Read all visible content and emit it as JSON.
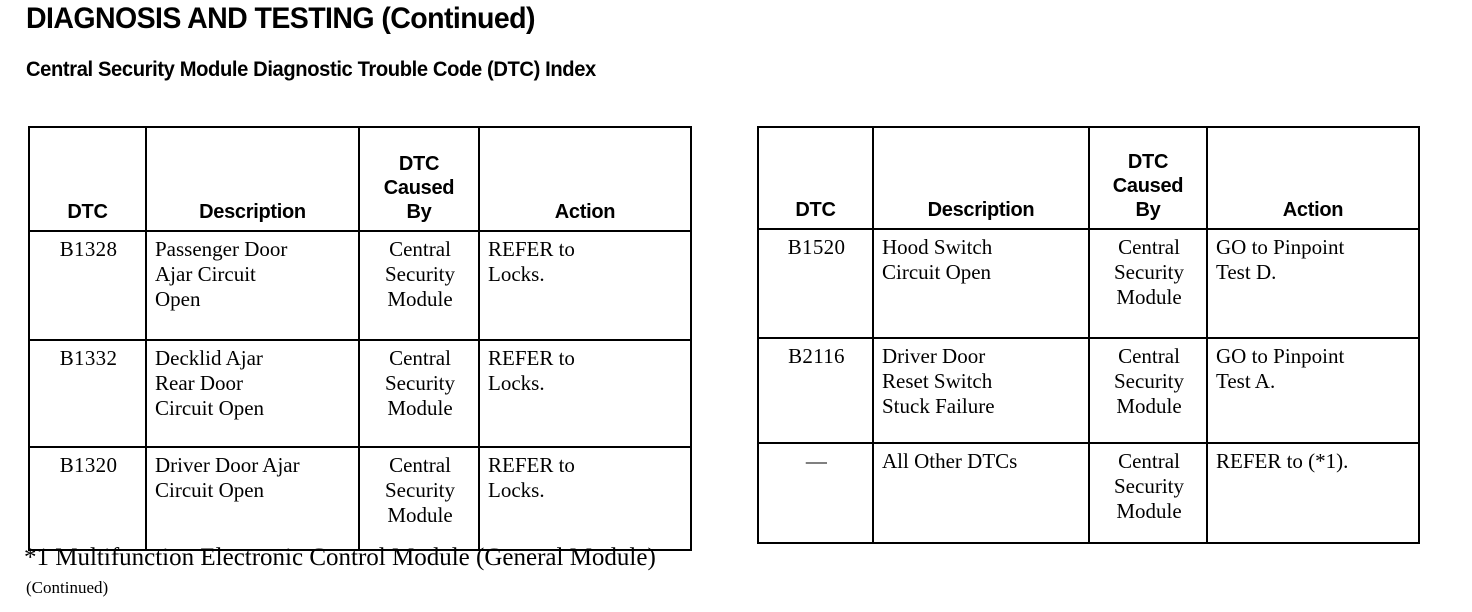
{
  "header": {
    "title": "DIAGNOSIS AND TESTING (Continued)",
    "section_title": "Central Security Module Diagnostic Trouble Code (DTC) Index"
  },
  "columns": {
    "dtc": "DTC",
    "description": "Description",
    "caused_by_line1": "DTC",
    "caused_by_line2": "Caused",
    "caused_by_line3": "By",
    "action": "Action"
  },
  "tables": [
    {
      "id": "left",
      "rows": [
        {
          "dtc": "B1328",
          "description": [
            "Passenger Door",
            "Ajar Circuit",
            "Open"
          ],
          "caused_by": [
            "Central",
            "Security",
            "Module"
          ],
          "action": [
            "REFER to",
            "Locks."
          ]
        },
        {
          "dtc": "B1332",
          "description": [
            "Decklid Ajar",
            "Rear Door",
            "Circuit Open"
          ],
          "caused_by": [
            "Central",
            "Security",
            "Module"
          ],
          "action": [
            "REFER to",
            "Locks."
          ]
        },
        {
          "dtc": "B1320",
          "description": [
            "Driver Door Ajar",
            "Circuit Open"
          ],
          "caused_by": [
            "Central",
            "Security",
            "Module"
          ],
          "action": [
            "REFER to",
            "Locks."
          ]
        }
      ]
    },
    {
      "id": "right",
      "rows": [
        {
          "dtc": "B1520",
          "description": [
            "Hood Switch",
            "Circuit Open"
          ],
          "caused_by": [
            "Central",
            "Security",
            "Module"
          ],
          "action": [
            "GO to Pinpoint",
            "Test D."
          ]
        },
        {
          "dtc": "B2116",
          "description": [
            "Driver Door",
            "Reset Switch",
            "Stuck Failure"
          ],
          "caused_by": [
            "Central",
            "Security",
            "Module"
          ],
          "action": [
            "GO to Pinpoint",
            "Test A."
          ]
        },
        {
          "dtc": "—",
          "description": [
            "All Other DTCs"
          ],
          "caused_by": [
            "Central",
            "Security",
            "Module"
          ],
          "action": [
            "REFER to (*1)."
          ]
        }
      ]
    }
  ],
  "footnotes": {
    "reference": "*1 Multifunction Electronic Control Module (General Module)",
    "continued": "(Continued)"
  }
}
